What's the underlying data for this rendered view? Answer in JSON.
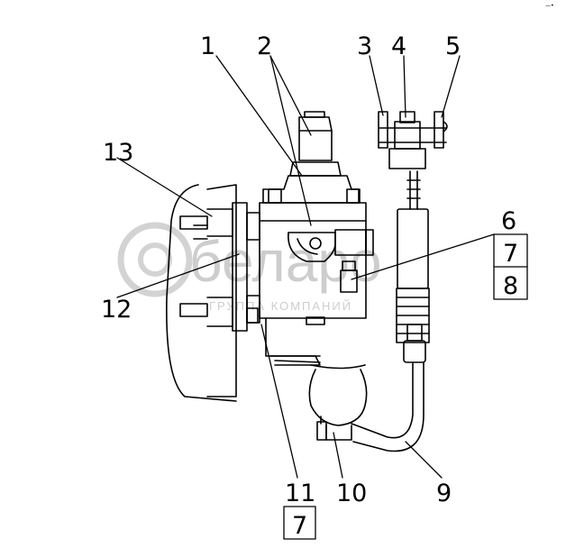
{
  "callouts": {
    "c1": "1",
    "c2": "2",
    "c3": "3",
    "c4": "4",
    "c5": "5",
    "c6": "6",
    "c7a": "7",
    "c8": "8",
    "c9": "9",
    "c10": "10",
    "c11": "11",
    "c7b": "7",
    "c12": "12",
    "c13": "13"
  },
  "watermark": {
    "brand": "белаpo",
    "sub": "ГРУППА КОМПАНИЙ"
  },
  "corner_mark": "—•"
}
